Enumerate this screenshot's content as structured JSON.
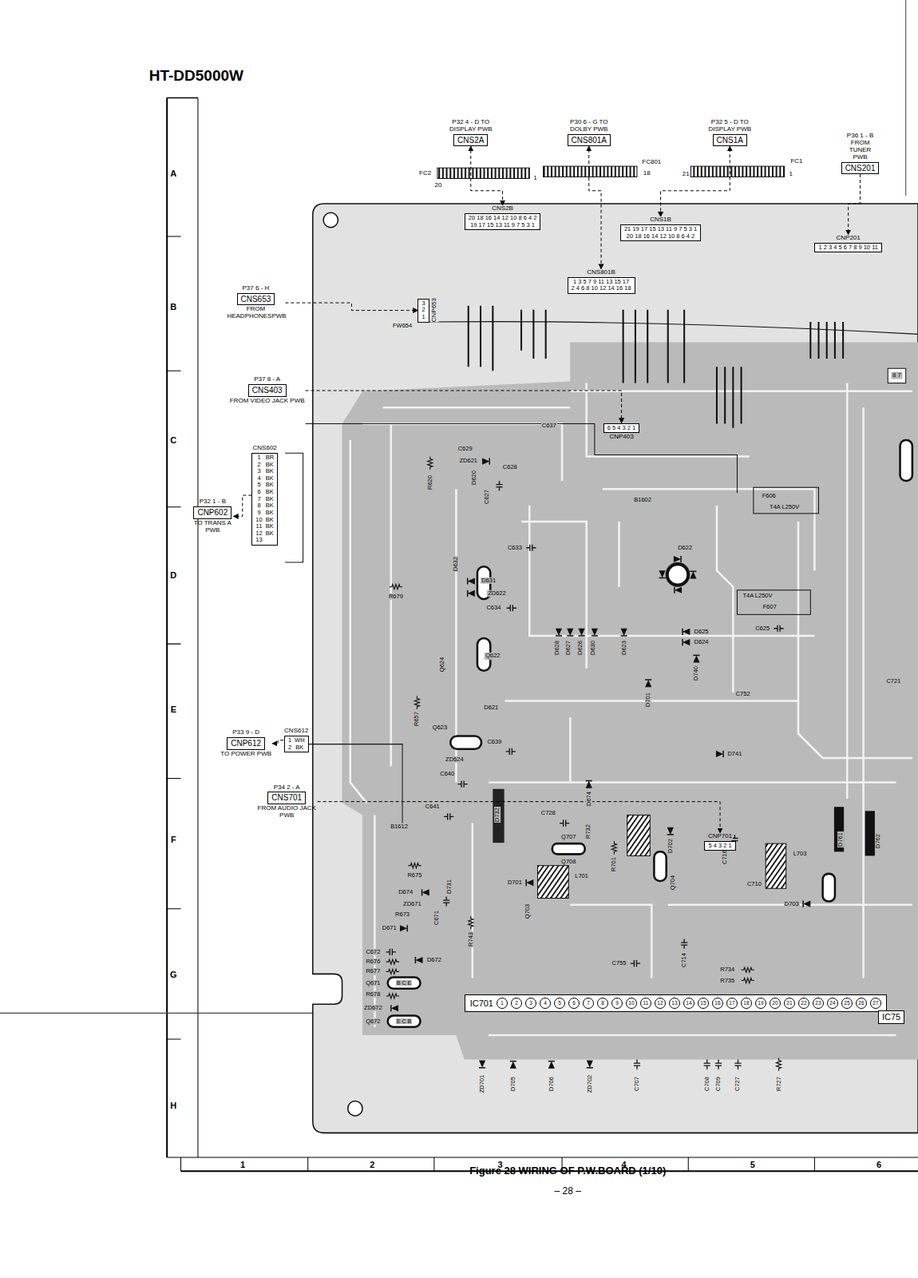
{
  "diagram": {
    "title": "HT-DD5000W",
    "caption": "Figure 28 WIRING OF P.W.BOARD (1/10)",
    "nodes": [
      {
        "text": [
          "P32 4 - D TO DISPLAY PWB",
          "CNS2A"
        ]
      },
      {
        "text": [
          "P30 6 - G TO DOLBY PWB",
          "CNS801A"
        ]
      },
      {
        "text": [
          "P32 5 - D TO DISPLAY PWB",
          "CNS1A"
        ]
      },
      {
        "text": [
          "P36 1 - B FROM TUNER PWB",
          "CNS201"
        ]
      },
      {
        "text": [
          "CNS2B",
          "20 18 16 14 12 10 8 6 4 2",
          "19 17 15 13 11 9 7 5 3 1"
        ]
      },
      {
        "text": [
          "CNS801B",
          "1 3 5 7 9 11 13 15 17",
          "2 4 6 8 10 12 14 16 18"
        ]
      },
      {
        "text": [
          "CNS1B",
          "21 19 17 15 13 11 9 7 5 3 1",
          "20 18 16 14 12 10 8 6 4 2"
        ]
      },
      {
        "text": [
          "CNP201",
          "1 2 3 4 5 6 7 8 9 10 11"
        ]
      },
      {
        "text": [
          "P37 6 - H",
          "CNS653",
          "FROM HEADPHONESPWB"
        ]
      },
      {
        "text": [
          "3",
          "2",
          "1",
          "CNP653"
        ]
      },
      {
        "text": [
          "P37 8 - A",
          "CNS403",
          "FROM VIDEO JACK PWB"
        ]
      },
      {
        "text": [
          "6 5 4 3 2 1",
          "CNP403"
        ]
      },
      {
        "text": [
          "P32 1 - B",
          "CNP602",
          "TO TRANS A PWB"
        ]
      },
      {
        "text": [
          "CNS602",
          "1",
          "BR",
          "2",
          "BK",
          "3",
          "BK",
          "4",
          "BK",
          "5",
          "BK",
          "6",
          "BK",
          "7",
          "BK",
          "8",
          "BK",
          "9",
          "BK",
          "10",
          "BK",
          "11",
          "BK",
          "12",
          "BK",
          "13"
        ]
      },
      {
        "text": [
          "P33 9 - D",
          "CNP612",
          "TO POWER PWB"
        ]
      },
      {
        "text": [
          "CNS612",
          "1",
          "WH",
          "2",
          "BK"
        ]
      },
      {
        "text": [
          "P34 2 - A",
          "CNS701",
          "FROM AUDIO JACK PWB"
        ]
      },
      {
        "text": [
          "CNP701",
          "5 4 3 2 1"
        ]
      },
      {
        "text": [
          "IC701",
          "1",
          "2",
          "3",
          "4",
          "5",
          "6",
          "7",
          "8",
          "9",
          "10",
          "11",
          "12",
          "13",
          "14",
          "15",
          "16",
          "17",
          "18",
          "19",
          "20",
          "21",
          "22",
          "23",
          "24",
          "25",
          "26",
          "27"
        ]
      },
      {
        "text": [
          "IC75"
        ]
      }
    ],
    "edges": [
      {
        "from": 4,
        "to": 0,
        "arrow": "both"
      },
      {
        "from": 5,
        "to": 1,
        "arrow": "both"
      },
      {
        "from": 6,
        "to": 2,
        "arrow": "both"
      },
      {
        "from": 3,
        "to": 7,
        "arrow": "to"
      },
      {
        "from": 8,
        "to": 9,
        "arrow": "to"
      },
      {
        "from": 10,
        "to": 11,
        "arrow": "to"
      },
      {
        "from": 13,
        "to": 12,
        "arrow": "to"
      },
      {
        "from": 15,
        "to": 14,
        "arrow": "to"
      },
      {
        "from": 16,
        "to": 17,
        "arrow": "to"
      }
    ],
    "labels": [
      "A",
      "B",
      "C",
      "D",
      "E",
      "F",
      "G",
      "H",
      "1",
      "2",
      "3",
      "4",
      "5",
      "6",
      "– 28 –",
      "FC2",
      "20",
      "1",
      "FC801",
      "18",
      "21",
      "1",
      "FC1",
      "FW654",
      "C637",
      "C629",
      "ZD621",
      "D620",
      "C628",
      "R620",
      "C627",
      "B1602",
      "F606",
      "T4A L250V",
      "C633",
      "D622",
      "D632",
      "D631",
      "ZD622",
      "C634",
      "R679",
      "T4A L250V",
      "F607",
      "C625",
      "D625",
      "D624",
      "D628",
      "D627",
      "D626",
      "D630",
      "D623",
      "Q622",
      "Q624",
      "D740",
      "C721",
      "C752",
      "D701",
      "D621",
      "R657",
      "Q623",
      "C639",
      "D741",
      "ZD624",
      "C640",
      "D674",
      "C641",
      "C728",
      "D732",
      "B1612",
      "R732",
      "Q707",
      "D761",
      "D762",
      "D702",
      "C716",
      "L703",
      "Q708",
      "R701",
      "L701",
      "R675",
      "C710",
      "Q704",
      "D731",
      "D701",
      "D674",
      "ZD671",
      "D703",
      "Q703",
      "R673",
      "C671",
      "D671",
      "R743",
      "C672",
      "D672",
      "R676",
      "C714",
      "C755",
      "R734",
      "R677",
      "R735",
      "Q671",
      "B C E",
      "R678",
      "ZD672",
      "Q672",
      "E C B",
      "ZD701",
      "D705",
      "D706",
      "ZD702",
      "C707",
      "C708",
      "C709",
      "C727",
      "R727",
      "8 7"
    ]
  }
}
